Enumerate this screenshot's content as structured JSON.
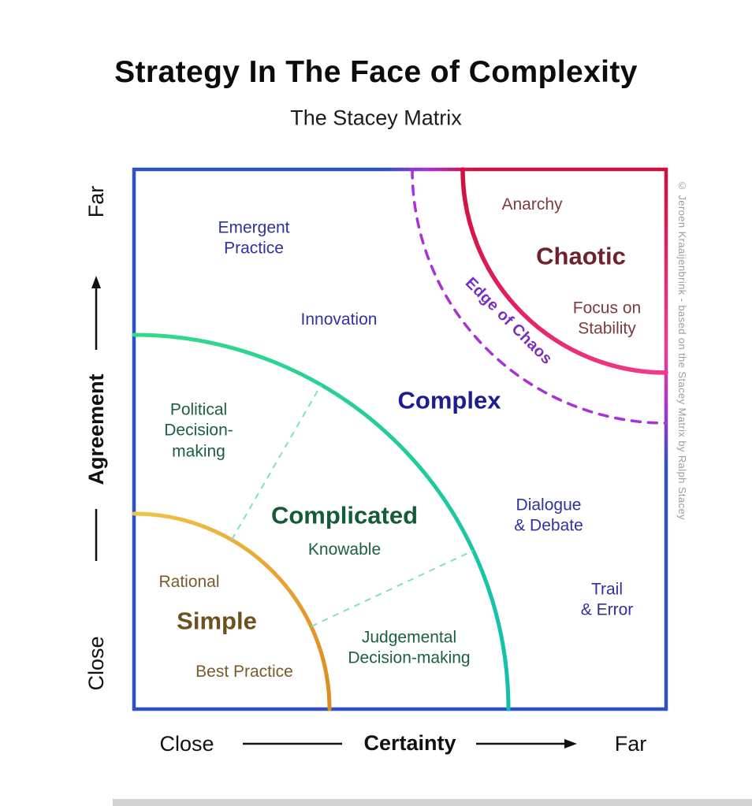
{
  "title": "Strategy In The Face of Complexity",
  "subtitle": "The Stacey Matrix",
  "axes": {
    "y_top": "Far",
    "y_label": "Agreement",
    "y_bottom": "Close",
    "x_left": "Close",
    "x_label": "Certainty",
    "x_right": "Far"
  },
  "regions": {
    "complex": {
      "title": "Complex",
      "emergent_practice": "Emergent\nPractice",
      "innovation": "Innovation",
      "dialogue_debate": "Dialogue\n& Debate",
      "trail_error": "Trail\n& Error"
    },
    "complicated": {
      "title": "Complicated",
      "knowable": "Knowable",
      "political": "Political\nDecision-\nmaking",
      "judgemental": "Judgemental\nDecision-making"
    },
    "simple": {
      "title": "Simple",
      "rational": "Rational",
      "best_practice": "Best Practice"
    },
    "chaotic": {
      "title": "Chaotic",
      "anarchy": "Anarchy",
      "focus_on_stability": "Focus on\nStability"
    },
    "edge_of_chaos": "Edge of Chaos"
  },
  "credit": "© Jeroen Kraaijenbrink - based on the Stacey Matrix by Ralph Stacey",
  "colors": {
    "border_blue": "#2e52c4",
    "simple_arc_start": "#efc34a",
    "simple_arc_end": "#dd8a1e",
    "complicated_arc_start": "#35d98a",
    "complicated_arc_end": "#12bfae",
    "chaotic_arc_start": "#d00f3c",
    "chaotic_arc_end": "#f23b8e",
    "edge_dashed": "#a832d6",
    "divider_dashed": "#7fdfc9",
    "navy_text": "#31319e",
    "navy_bold": "#1d1d93",
    "green_text": "#1b6140",
    "green_bold": "#145c38",
    "brown_text": "#7b5a28",
    "brown_bold": "#6f4f1d",
    "maroon_text": "#7e3a40",
    "maroon_bold": "#6e222c",
    "purple_text": "#7b2dbb",
    "axis_text": "#111111",
    "title_text": "#0c0c0c",
    "credit_gray": "#9c9c9c",
    "footer_bar": "#d2d2d2"
  }
}
